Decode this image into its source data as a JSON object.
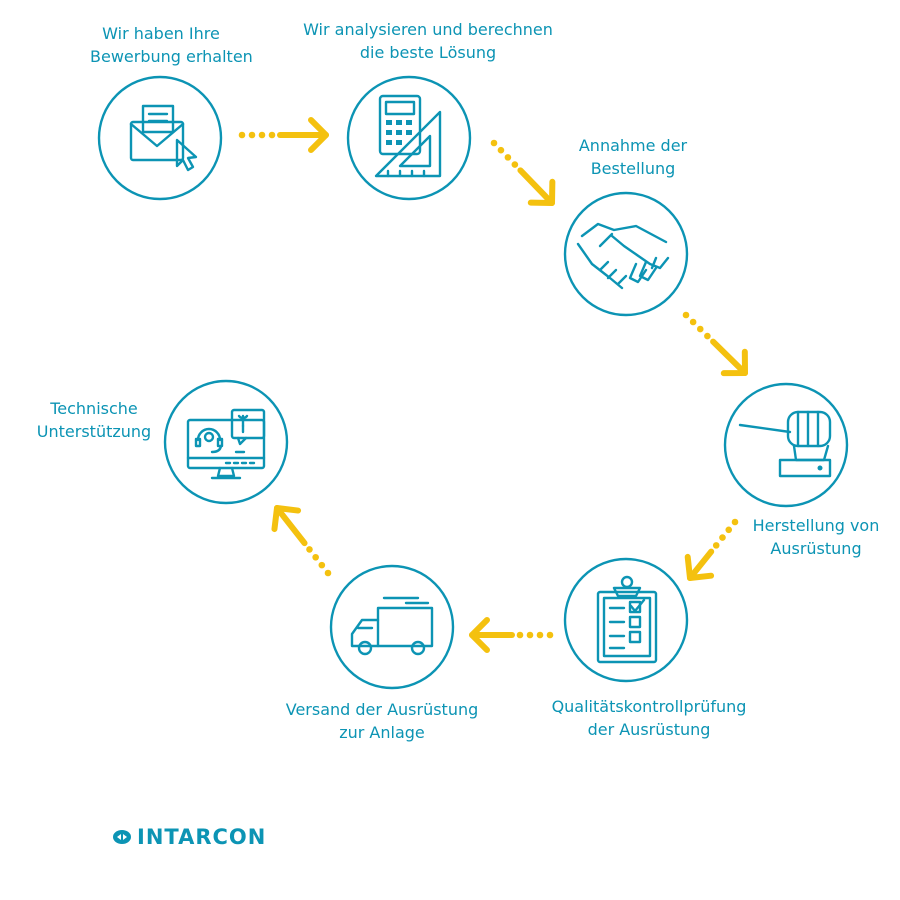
{
  "colors": {
    "primary": "#0c94b4",
    "arrow": "#f4c10f",
    "background": "#ffffff"
  },
  "steps": [
    {
      "label_lines": [
        "Wir haben Ihre",
        "Bewerbung erhalten"
      ],
      "icon": "envelope-cursor-icon"
    },
    {
      "label_lines": [
        "Wir analysieren und berechnen",
        "die beste Lösung"
      ],
      "icon": "calculator-triangle-icon"
    },
    {
      "label_lines": [
        "Annahme der",
        "Bestellung"
      ],
      "icon": "handshake-icon"
    },
    {
      "label_lines": [
        "Herstellung von",
        "Ausrüstung"
      ],
      "icon": "hand-screwdriver-icon"
    },
    {
      "label_lines": [
        "Qualitätskontrollprüfung",
        "der Ausrüstung"
      ],
      "icon": "clipboard-checklist-icon"
    },
    {
      "label_lines": [
        "Versand der Ausrüstung",
        "zur Anlage"
      ],
      "icon": "delivery-truck-icon"
    },
    {
      "label_lines": [
        "Technische",
        "Unterstützung"
      ],
      "icon": "monitor-support-icon"
    }
  ],
  "logo": {
    "text": "INTARCON",
    "icon": "intarcon-logo-icon"
  }
}
